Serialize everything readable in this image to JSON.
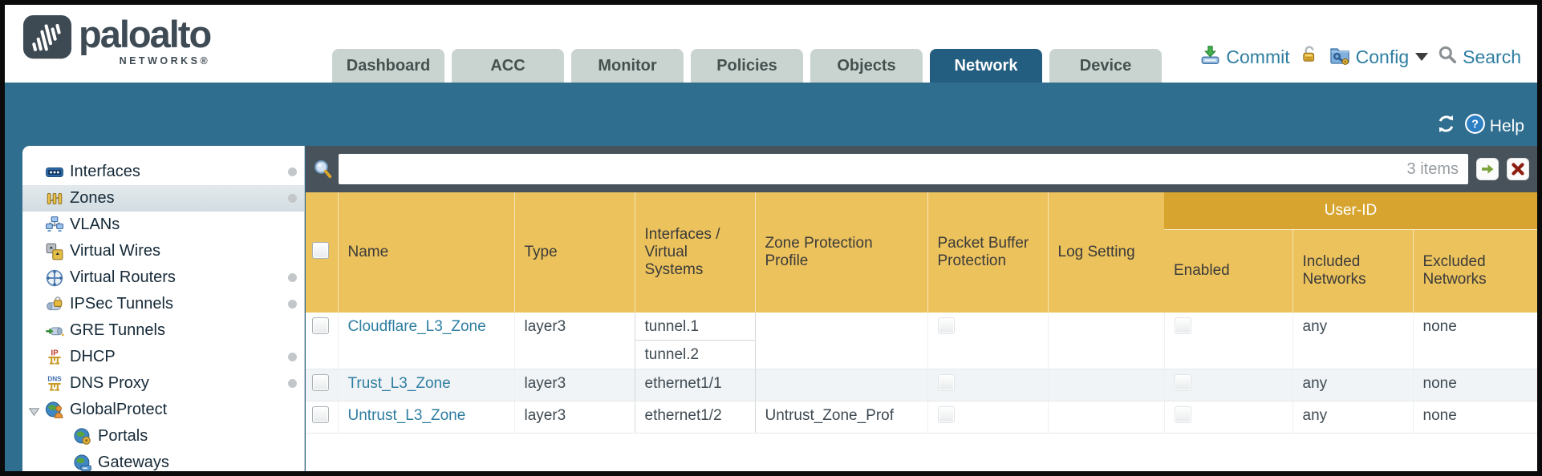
{
  "brand": {
    "name": "paloalto",
    "sub": "NETWORKS®"
  },
  "nav_tabs": {
    "items": [
      {
        "label": "Dashboard",
        "active": false
      },
      {
        "label": "ACC",
        "active": false
      },
      {
        "label": "Monitor",
        "active": false
      },
      {
        "label": "Policies",
        "active": false
      },
      {
        "label": "Objects",
        "active": false
      },
      {
        "label": "Network",
        "active": true
      },
      {
        "label": "Device",
        "active": false
      }
    ]
  },
  "header_actions": {
    "commit_label": "Commit",
    "config_label": "Config",
    "search_label": "Search"
  },
  "band": {
    "help_label": "Help"
  },
  "sidebar": {
    "items": [
      {
        "label": "Interfaces",
        "icon": "interfaces-icon",
        "dot": true,
        "selected": false,
        "child": false,
        "expander": false
      },
      {
        "label": "Zones",
        "icon": "zones-icon",
        "dot": true,
        "selected": true,
        "child": false,
        "expander": false
      },
      {
        "label": "VLANs",
        "icon": "vlans-icon",
        "dot": false,
        "selected": false,
        "child": false,
        "expander": false
      },
      {
        "label": "Virtual Wires",
        "icon": "virtual-wires-icon",
        "dot": false,
        "selected": false,
        "child": false,
        "expander": false
      },
      {
        "label": "Virtual Routers",
        "icon": "virtual-routers-icon",
        "dot": true,
        "selected": false,
        "child": false,
        "expander": false
      },
      {
        "label": "IPSec Tunnels",
        "icon": "ipsec-tunnels-icon",
        "dot": true,
        "selected": false,
        "child": false,
        "expander": false
      },
      {
        "label": "GRE Tunnels",
        "icon": "gre-tunnels-icon",
        "dot": false,
        "selected": false,
        "child": false,
        "expander": false
      },
      {
        "label": "DHCP",
        "icon": "dhcp-icon",
        "dot": true,
        "selected": false,
        "child": false,
        "expander": false
      },
      {
        "label": "DNS Proxy",
        "icon": "dns-proxy-icon",
        "dot": true,
        "selected": false,
        "child": false,
        "expander": false
      },
      {
        "label": "GlobalProtect",
        "icon": "globalprotect-icon",
        "dot": false,
        "selected": false,
        "child": false,
        "expander": true
      },
      {
        "label": "Portals",
        "icon": "portals-icon",
        "dot": false,
        "selected": false,
        "child": true,
        "expander": false
      },
      {
        "label": "Gateways",
        "icon": "gateways-icon",
        "dot": false,
        "selected": false,
        "child": true,
        "expander": false
      }
    ]
  },
  "toolbar": {
    "search_value": "",
    "items_count": "3 items"
  },
  "table": {
    "group_label": "User-ID",
    "columns": {
      "name": "Name",
      "type": "Type",
      "interfaces": "Interfaces / Virtual Systems",
      "zpp": "Zone Protection Profile",
      "pbp": "Packet Buffer Protection",
      "log": "Log Setting",
      "enabled": "Enabled",
      "included": "Included Networks",
      "excluded": "Excluded Networks"
    },
    "rows": [
      {
        "name": "Cloudflare_L3_Zone",
        "type": "layer3",
        "interfaces": [
          "tunnel.1",
          "tunnel.2"
        ],
        "zone_protection_profile": "",
        "log_setting": "",
        "included_networks": "any",
        "excluded_networks": "none"
      },
      {
        "name": "Trust_L3_Zone",
        "type": "layer3",
        "interfaces": [
          "ethernet1/1"
        ],
        "zone_protection_profile": "",
        "log_setting": "",
        "included_networks": "any",
        "excluded_networks": "none"
      },
      {
        "name": "Untrust_L3_Zone",
        "type": "layer3",
        "interfaces": [
          "ethernet1/2"
        ],
        "zone_protection_profile": "Untrust_Zone_Prof",
        "log_setting": "",
        "included_networks": "any",
        "excluded_networks": "none"
      }
    ]
  },
  "colors": {
    "accent": "#2e7ea1",
    "header_gold": "#ecc25c",
    "header_gold_dark": "#d7a52f",
    "teal_band": "#2f6e8e",
    "tab_active": "#235e80",
    "toolbar_dark": "#47525b"
  }
}
